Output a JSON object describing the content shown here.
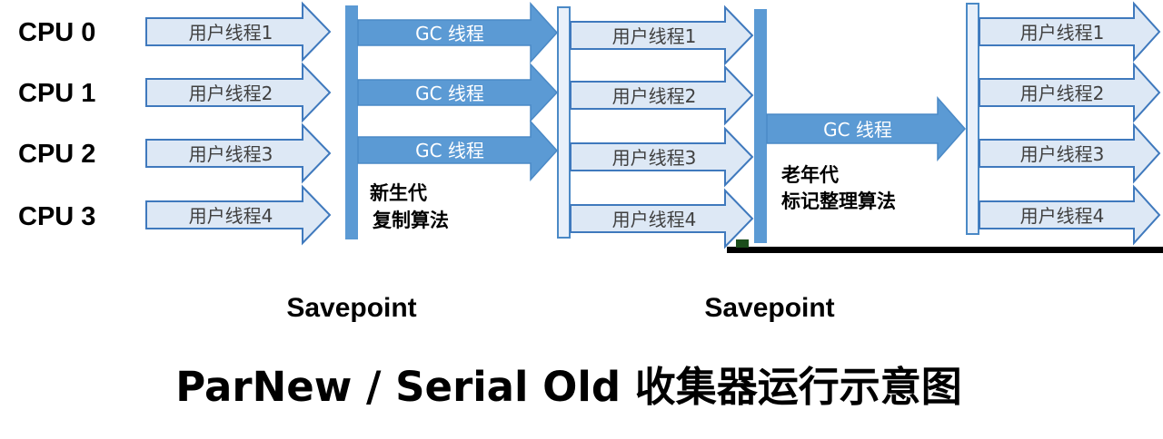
{
  "cpus": [
    "CPU 0",
    "CPU 1",
    "CPU 2",
    "CPU 3"
  ],
  "phase1": {
    "user_threads": [
      "用户线程1",
      "用户线程2",
      "用户线程3",
      "用户线程4"
    ]
  },
  "young_gc": {
    "threads": [
      "GC 线程",
      "GC 线程",
      "GC 线程"
    ],
    "algorithm_lines": [
      "新生代",
      "复制算法"
    ]
  },
  "phase2": {
    "user_threads": [
      "用户线程1",
      "用户线程2",
      "用户线程3",
      "用户线程4"
    ]
  },
  "old_gc": {
    "thread": "GC 线程",
    "algorithm_lines": [
      "老年代",
      "标记整理算法"
    ]
  },
  "phase3": {
    "user_threads": [
      "用户线程1",
      "用户线程2",
      "用户线程3",
      "用户线程4"
    ]
  },
  "savepoints": [
    "Savepoint",
    "Savepoint"
  ],
  "title": "ParNew / Serial Old 收集器运行示意图",
  "colors": {
    "user_thread_fill": "#dde8f5",
    "user_thread_stroke": "#3f79bd",
    "gc_thread_fill": "#5b9ad4"
  }
}
